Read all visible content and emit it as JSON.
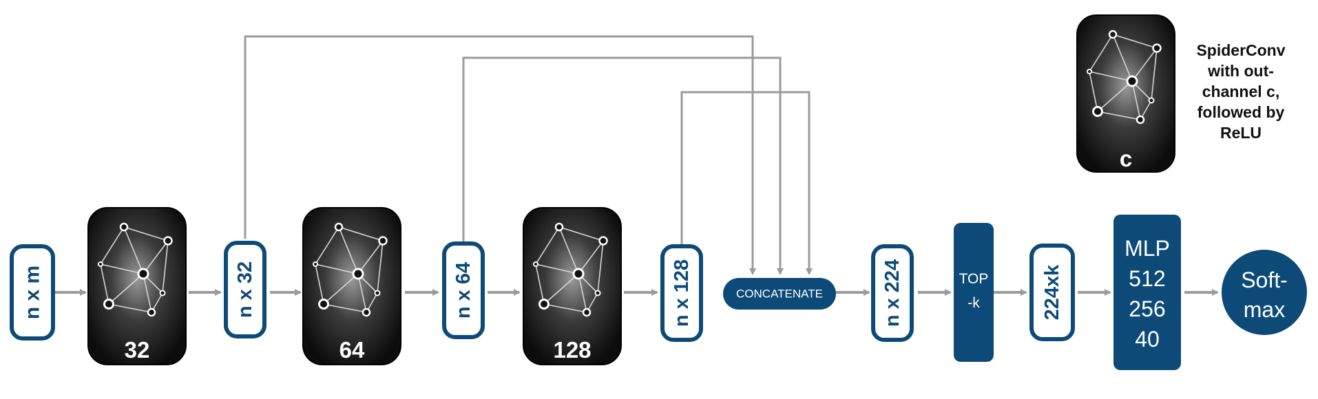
{
  "colors": {
    "accent": "#0d4a78",
    "arrow": "#9b9b9b",
    "conv_bg": "#0c0c0c",
    "white": "#ffffff"
  },
  "nodes": {
    "input": "n x m",
    "feat32": "n x 32",
    "feat64": "n x 64",
    "feat128": "n x 128",
    "feat224": "n x 224",
    "topk_out": "224xk"
  },
  "conv_blocks": [
    "32",
    "64",
    "128"
  ],
  "concatenate": "CONCATENATE",
  "topk": [
    "TOP",
    "-k"
  ],
  "mlp": [
    "MLP",
    "512",
    "256",
    "40"
  ],
  "softmax": [
    "Soft-",
    "max"
  ],
  "legend": {
    "channel": "c",
    "lines": [
      "SpiderConv",
      "with out-",
      "channel c,",
      "followed by",
      "ReLU"
    ]
  }
}
